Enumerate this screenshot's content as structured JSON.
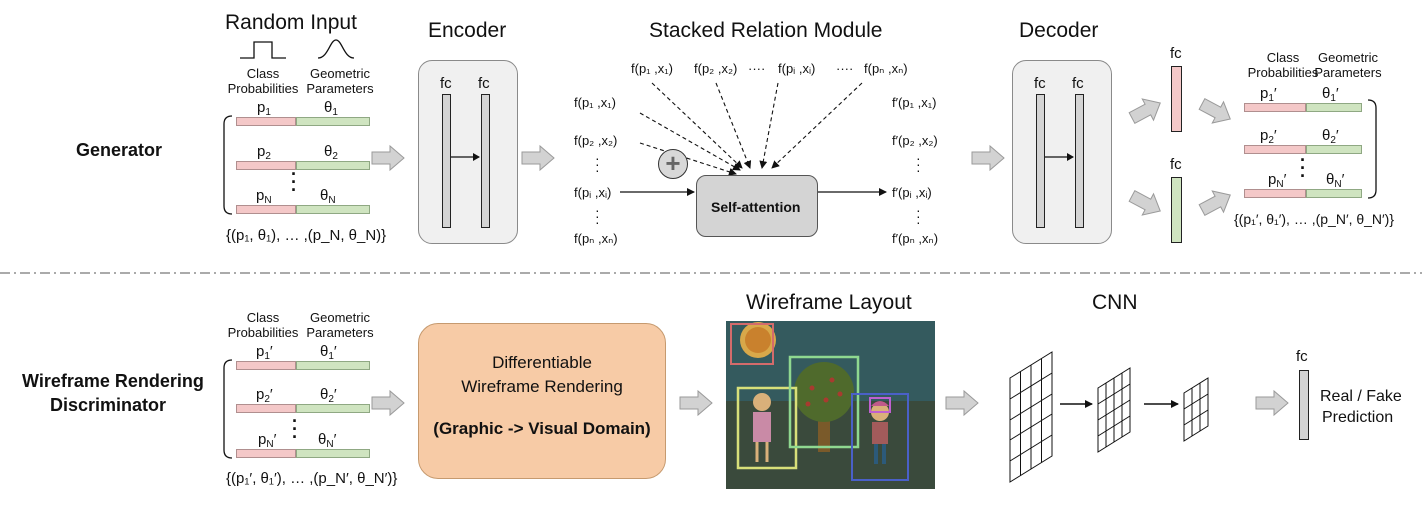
{
  "titles": {
    "random_input": "Random Input",
    "encoder": "Encoder",
    "srm": "Stacked Relation Module",
    "decoder": "Decoder",
    "wireframe_layout": "Wireframe Layout",
    "cnn": "CNN"
  },
  "row_labels": {
    "generator": "Generator",
    "disc_line1": "Wireframe Rendering",
    "disc_line2": "Discriminator"
  },
  "headers": {
    "class_line1": "Class",
    "class_line2": "Probabilities",
    "geo_line1": "Geometric",
    "geo_line2": "Parameters"
  },
  "generator_input": {
    "p1": "p",
    "p1_sub": "1",
    "t1": "θ",
    "t1_sub": "1",
    "p2": "p",
    "p2_sub": "2",
    "t2": "θ",
    "t2_sub": "2",
    "pN": "p",
    "pN_sub": "N",
    "tN": "θ",
    "tN_sub": "N",
    "set": "{(p₁, θ₁), … ,(p_N, θ_N)}"
  },
  "generator_output": {
    "set": "{(p₁′, θ₁′), … ,(p_N′, θ_N′)}"
  },
  "disc_input": {
    "set": "{(p₁′, θ₁′), … ,(p_N′, θ_N′)}"
  },
  "fc_label": "fc",
  "srm": {
    "top_inputs": [
      "f(p₁ ,x₁)",
      "f(p₂ ,x₂)",
      "····",
      "f(pᵢ ,xᵢ)",
      "····",
      "f(pₙ ,xₙ)"
    ],
    "left_inputs": [
      "f(p₁ ,x₁)",
      "f(p₂ ,x₂)",
      "f(pᵢ ,xᵢ)",
      "f(pₙ ,xₙ)"
    ],
    "right_outputs": [
      "f′(p₁ ,x₁)",
      "f′(p₂ ,x₂)",
      "f′(pᵢ ,xᵢ)",
      "f′(pₙ ,xₙ)"
    ],
    "self_attention": "Self-attention",
    "plus": "+"
  },
  "rendering": {
    "line1": "Differentiable",
    "line2": "Wireframe Rendering",
    "line3": "(Graphic -> Visual Domain)"
  },
  "prediction": {
    "line1": "Real / Fake",
    "line2": "Prediction"
  },
  "colors": {
    "srm_fill": "#b9d3ea",
    "srm_border": "#4a78b5",
    "render_fill": "#f7cba6",
    "render_border": "#c69a6f",
    "pink": "#f4c8c8",
    "green": "#cfe4c0"
  }
}
